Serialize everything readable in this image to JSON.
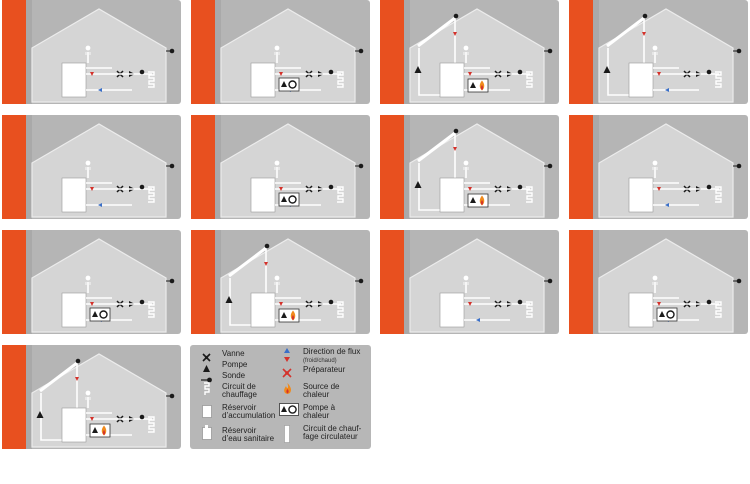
{
  "colors": {
    "panel_background": "#b5b5b5",
    "house_fill": "#d5d5d5",
    "house_outline": "#ececec",
    "accent_stripe": "#e8501f",
    "pipe": "#ffffff",
    "hot_marker": "#d4322b",
    "cold_marker": "#3a6fc8",
    "symbol": "#1a1a1a",
    "flame": "#f08a1c"
  },
  "schemes": [
    {
      "id": 1,
      "pump_to_radiators": true,
      "heat_pump": false,
      "boiler": false,
      "solar": false
    },
    {
      "id": 2,
      "pump_to_radiators": true,
      "heat_pump": true,
      "boiler": false,
      "solar": false
    },
    {
      "id": 3,
      "pump_to_radiators": true,
      "heat_pump": false,
      "boiler": true,
      "solar": true
    },
    {
      "id": 4,
      "pump_to_radiators": true,
      "heat_pump": false,
      "boiler": false,
      "solar": true
    },
    {
      "id": 5,
      "pump_to_radiators": true,
      "heat_pump": false,
      "boiler": false,
      "solar": false
    },
    {
      "id": 6,
      "pump_to_radiators": true,
      "heat_pump": true,
      "boiler": false,
      "solar": false
    },
    {
      "id": 7,
      "pump_to_radiators": true,
      "heat_pump": false,
      "boiler": true,
      "solar": true
    },
    {
      "id": 8,
      "pump_to_radiators": true,
      "heat_pump": false,
      "boiler": false,
      "solar": false
    },
    {
      "id": 9,
      "pump_to_radiators": true,
      "heat_pump": true,
      "boiler": false,
      "solar": false
    },
    {
      "id": 10,
      "pump_to_radiators": true,
      "heat_pump": false,
      "boiler": true,
      "solar": true
    },
    {
      "id": 11,
      "pump_to_radiators": true,
      "heat_pump": false,
      "boiler": false,
      "solar": false
    },
    {
      "id": 12,
      "pump_to_radiators": true,
      "heat_pump": true,
      "boiler": false,
      "solar": false
    },
    {
      "id": 13,
      "pump_to_radiators": true,
      "heat_pump": false,
      "boiler": true,
      "solar": true
    }
  ],
  "legend": {
    "left": [
      {
        "icon": "valve-icon",
        "label": "Vanne"
      },
      {
        "icon": "pump-icon",
        "label": "Pompe"
      },
      {
        "icon": "sensor-icon",
        "label": "Sonde"
      },
      {
        "icon": "heating-circuit-icon",
        "label": "Circuit de\nchauffage"
      },
      {
        "icon": "accumulation-tank-icon",
        "label": "Réservoir\nd’accumulation"
      },
      {
        "icon": "hot-water-tank-icon",
        "label": "Réservoir\nd’eau sanitaire"
      }
    ],
    "right": [
      {
        "icon": "flow-direction-icon",
        "label": "Direction de flux",
        "sublabel": "(froid/chaud)"
      },
      {
        "icon": "preparer-icon",
        "label": "Préparateur"
      },
      {
        "icon": "heat-source-icon",
        "label": "Source de\nchaleur"
      },
      {
        "icon": "heat-pump-icon",
        "label": "Pompe à\nchaleur"
      },
      {
        "icon": "circulator-circuit-icon",
        "label": "Circuit de chauf-\nfage circulateur"
      }
    ]
  }
}
